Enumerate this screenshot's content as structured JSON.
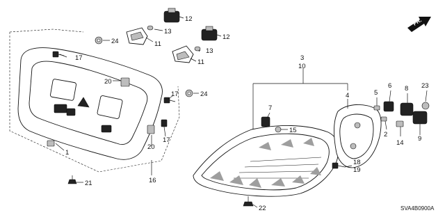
{
  "diagram": {
    "orientation_label": "FR.",
    "diagram_code": "SVA4B0900A",
    "callouts": {
      "c1": "1",
      "c2": "2",
      "c3": "3",
      "c4": "4",
      "c5": "5",
      "c6": "6",
      "c7": "7",
      "c8": "8",
      "c9": "9",
      "c10": "10",
      "c11a": "11",
      "c11b": "11",
      "c12a": "12",
      "c12b": "12",
      "c13a": "13",
      "c13b": "13",
      "c14": "14",
      "c15": "15",
      "c16": "16",
      "c17a": "17",
      "c17b": "17",
      "c17c": "17",
      "c18": "18",
      "c19": "19",
      "c20a": "20",
      "c20b": "20",
      "c21": "21",
      "c22": "22",
      "c23": "23",
      "c24a": "24",
      "c24b": "24"
    }
  }
}
